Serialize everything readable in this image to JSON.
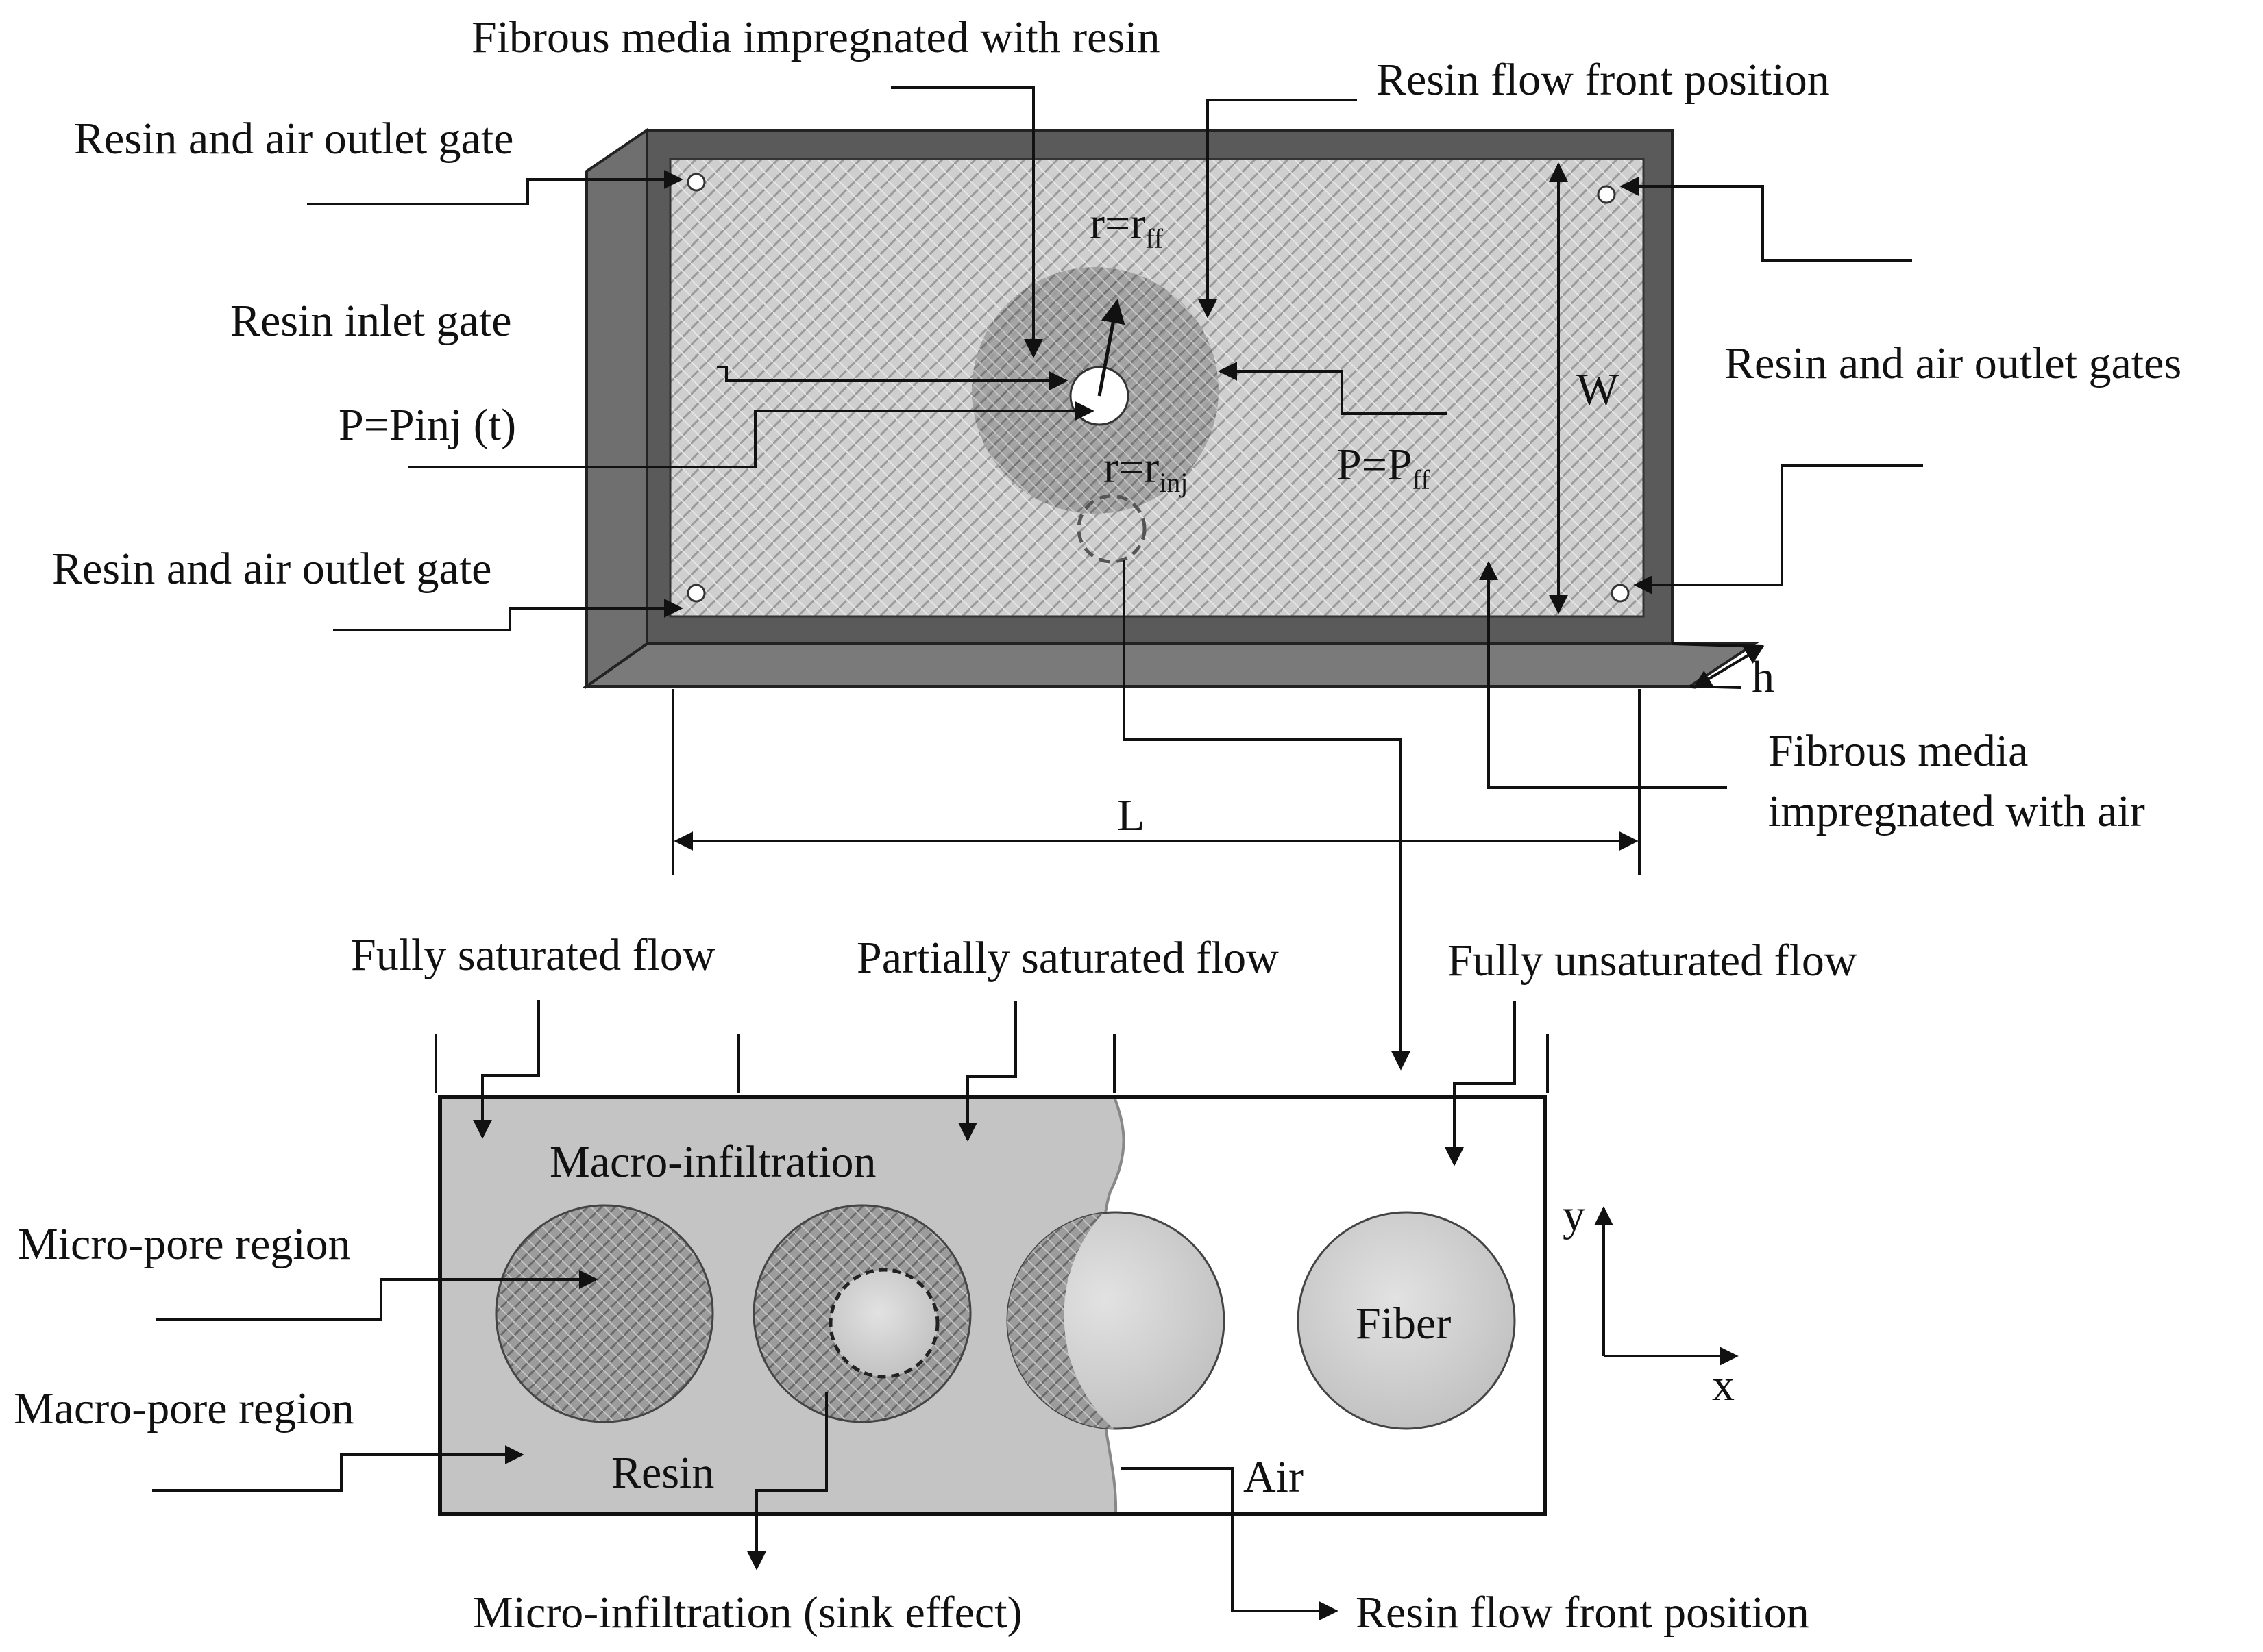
{
  "labels": {
    "fibrous_resin": "Fibrous media impregnated with resin",
    "flow_front_top": "Resin flow front position",
    "outlet_gate_top_left": "Resin and air outlet gate",
    "outlet_gate_bottom_left": "Resin and air outlet gate",
    "outlet_gates_right": "Resin and air outlet gates",
    "inlet_gate": "Resin inlet gate",
    "p_inj": "P=Pinj (t)",
    "fibrous_air_line1": "Fibrous media",
    "fibrous_air_line2": "impregnated with air",
    "fully_saturated": "Fully saturated flow",
    "partially_saturated": "Partially saturated flow",
    "fully_unsaturated": "Fully unsaturated flow",
    "macro_infiltration": "Macro-infiltration",
    "micro_pore": "Micro-pore region",
    "macro_pore": "Macro-pore region",
    "resin": "Resin",
    "air": "Air",
    "fiber": "Fiber",
    "micro_infiltration": "Micro-infiltration (sink effect)",
    "flow_front_bottom": "Resin flow front position"
  },
  "symbols": {
    "r_ff_base": "r=r",
    "r_ff_sub": "ff",
    "r_inj_base": "r=r",
    "r_inj_sub": "inj",
    "p_ff_base": "P=P",
    "p_ff_sub": "ff",
    "W": "W",
    "h": "h",
    "L": "L",
    "y": "y",
    "x": "x"
  }
}
